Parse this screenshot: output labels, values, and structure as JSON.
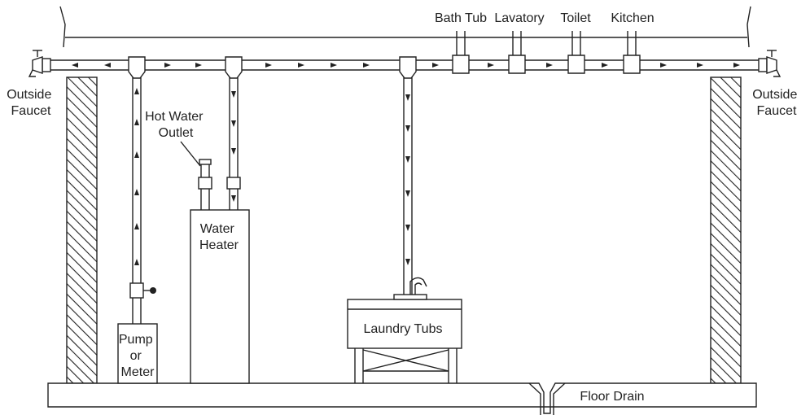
{
  "labels": {
    "outside_faucet_left": [
      "Outside",
      "Faucet"
    ],
    "outside_faucet_right": [
      "Outside",
      "Faucet"
    ],
    "bath_tub": "Bath Tub",
    "lavatory": "Lavatory",
    "toilet": "Toilet",
    "kitchen": "Kitchen",
    "hot_water_outlet": [
      "Hot Water",
      "Outlet"
    ],
    "water_heater": [
      "Water",
      "Heater"
    ],
    "pump_or_meter": [
      "Pump",
      "or",
      "Meter"
    ],
    "laundry_tubs": "Laundry Tubs",
    "floor_drain": "Floor Drain"
  },
  "flow": {
    "main_line_left_of_supply": "left",
    "main_line_right_of_supply": "right",
    "supply_riser": "up",
    "heater_drop": "down",
    "laundry_drop": "down"
  },
  "icons": {
    "outside_faucet": "valve-faucet-icon",
    "supply_valve": "gate-valve-icon",
    "laundry_faucet": "faucet-icon"
  }
}
